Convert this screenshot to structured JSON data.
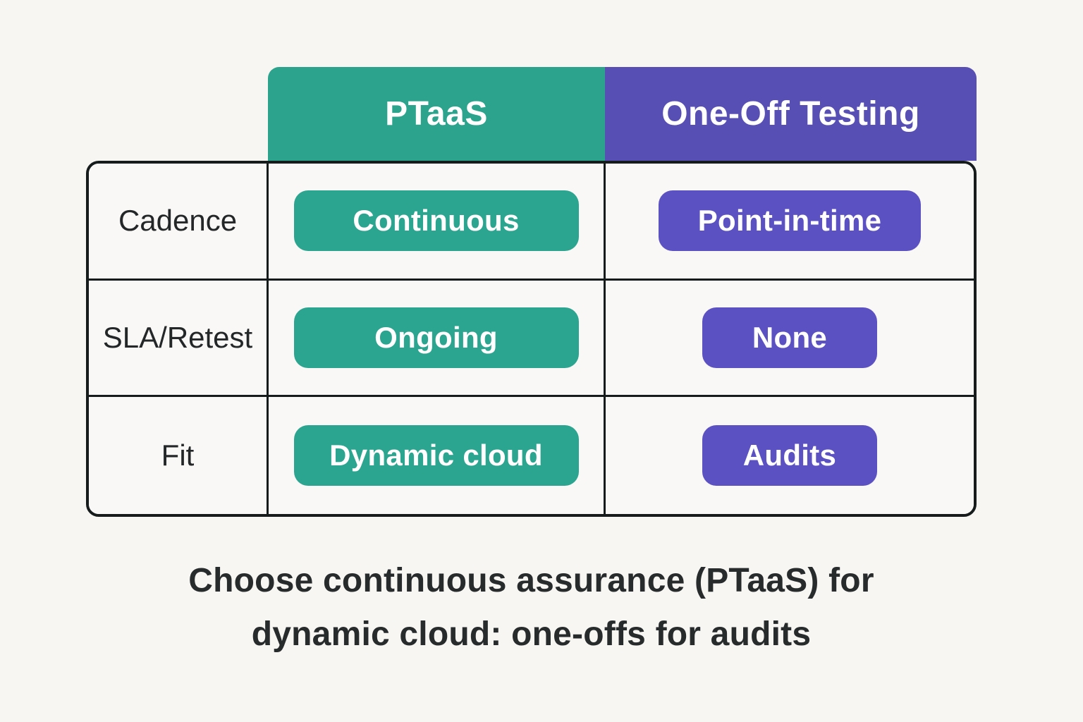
{
  "header": {
    "ptaas_label": "PTaaS",
    "oneoff_label": "One-Off Testing"
  },
  "rows": [
    {
      "label": "Cadence",
      "ptaas": "Continuous",
      "oneoff": "Point-in-time"
    },
    {
      "label": "SLA/Retest",
      "ptaas": "Ongoing",
      "oneoff": "None"
    },
    {
      "label": "Fit",
      "ptaas": "Dynamic cloud",
      "oneoff": "Audits"
    }
  ],
  "caption": {
    "line1": "Choose continuous assurance (PTaaS) for",
    "line2": "dynamic cloud: one-offs for audits"
  },
  "colors": {
    "teal_header": "#2BA38D",
    "purple_header": "#584FB5",
    "teal_pill": "#2BA58F",
    "purple_pill": "#5C51C2",
    "table_border": "#161C1C",
    "page_background": "#F7F6F3",
    "cell_background": "#F9F8F6"
  },
  "chart_data": {
    "type": "table",
    "columns": [
      "",
      "PTaaS",
      "One-Off Testing"
    ],
    "rows": [
      [
        "Cadence",
        "Continuous",
        "Point-in-time"
      ],
      [
        "SLA/Retest",
        "Ongoing",
        "None"
      ],
      [
        "Fit",
        "Dynamic cloud",
        "Audits"
      ]
    ],
    "caption": "Choose continuous assurance (PTaaS) for dynamic cloud: one-offs for audits",
    "legend_position": "none"
  }
}
